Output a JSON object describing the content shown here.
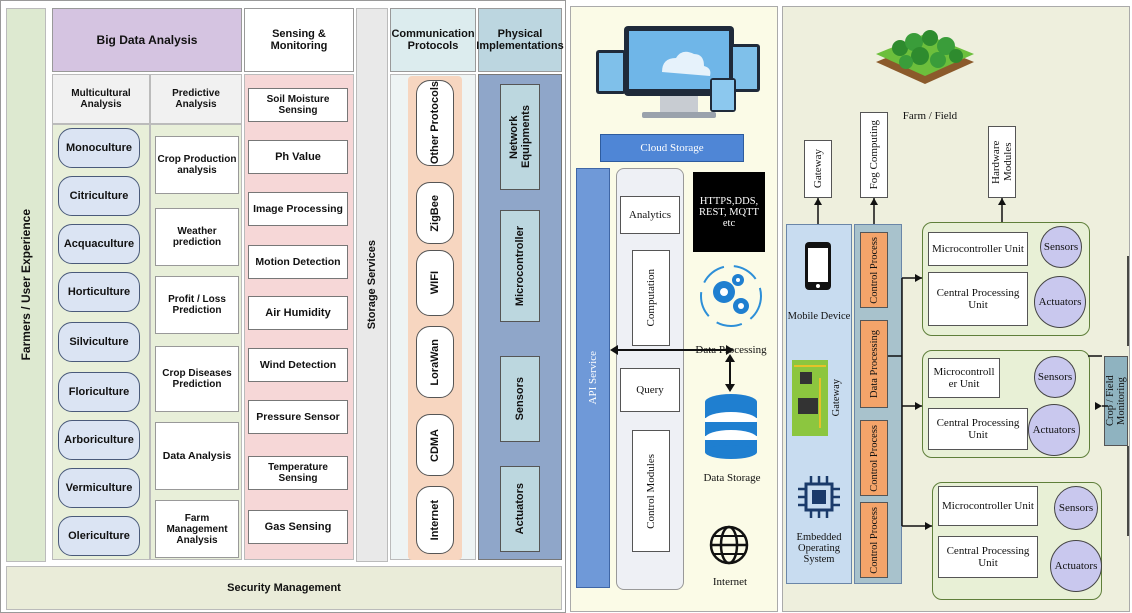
{
  "left": {
    "farmers": "Farmers / User Experience",
    "big_data": "Big Data Analysis",
    "sensing": "Sensing & Monitoring",
    "storage": "Storage Services",
    "comm": "Communication Protocols",
    "physical": "Physical Implementations",
    "multicultural": "Multicultural Analysis",
    "predictive": "Predictive Analysis",
    "security": "Security Management",
    "cultures": [
      "Monoculture",
      "Citriculture",
      "Acquaculture",
      "Horticulture",
      "Silviculture",
      "Floriculture",
      "Arboriculture",
      "Vermiculture",
      "Olericulture"
    ],
    "predictions": [
      "Crop Production analysis",
      "Weather prediction",
      "Profit / Loss Prediction",
      "Crop Diseases Prediction",
      "Data Analysis",
      "Farm Management Analysis"
    ],
    "sensors": [
      "Soil Moisture Sensing",
      "Ph Value",
      "Image Processing",
      "Motion Detection",
      "Air Humidity",
      "Wind Detection",
      "Pressure Sensor",
      "Temperature Sensing",
      "Gas Sensing"
    ],
    "protocols": [
      "Other Protocols",
      "ZigBee",
      "WIFI",
      "LoraWan",
      "CDMA",
      "Internet"
    ],
    "physical_items": [
      "Network Equipments",
      "Microcontroller",
      "Sensors",
      "Actuators"
    ]
  },
  "middle": {
    "cloud_storage": "Cloud Storage",
    "api_service": "API Service",
    "analytics": "Analytics",
    "computation": "Computation",
    "query": "Query",
    "control_modules": "Control Modules",
    "protocols_box": "HTTPS,DDS, REST, MQTT etc",
    "data_processing": "Data Processing",
    "data_storage": "Data Storage",
    "internet": "Internet"
  },
  "right": {
    "farm_field": "Farm / Field",
    "gateway_top": "Gateway",
    "fog_computing": "Fog Computing",
    "hardware_modules": "Hardware Modules",
    "mobile_device": "Mobile Device",
    "gateway_mid": "Gateway",
    "embedded_os": "Embedded Operating System",
    "control_process": "Control Process",
    "data_processing": "Data Processing",
    "microcontroller_unit": "Microcontroller Unit",
    "microcontroller_unit_2": "Microcontroll er Unit",
    "cpu": "Central Processing Unit",
    "sensors": "Sensors",
    "actuators": "Actuators",
    "crop_monitoring": "Crop / Field Monitoring"
  }
}
